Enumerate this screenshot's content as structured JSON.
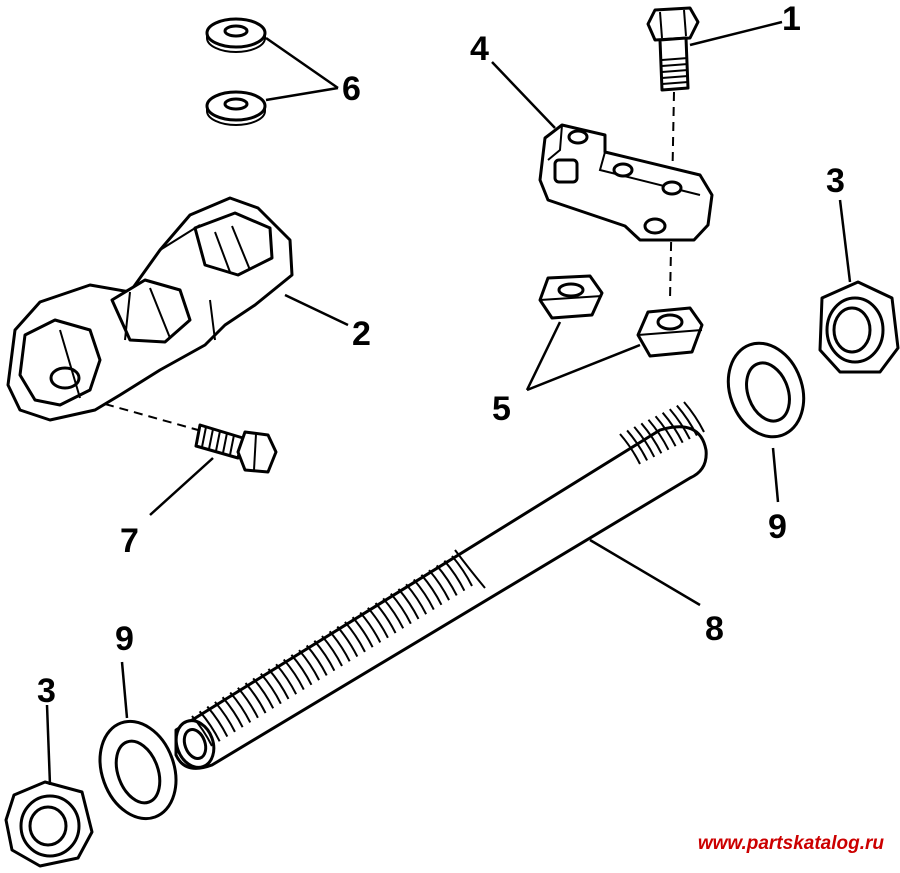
{
  "callouts": {
    "c1": "1",
    "c2": "2",
    "c3a": "3",
    "c3b": "3",
    "c4": "4",
    "c5": "5",
    "c6": "6",
    "c7": "7",
    "c8": "8",
    "c9a": "9",
    "c9b": "9"
  },
  "watermark": {
    "text": "www.partskatalog.ru",
    "color": "#cc0000"
  }
}
